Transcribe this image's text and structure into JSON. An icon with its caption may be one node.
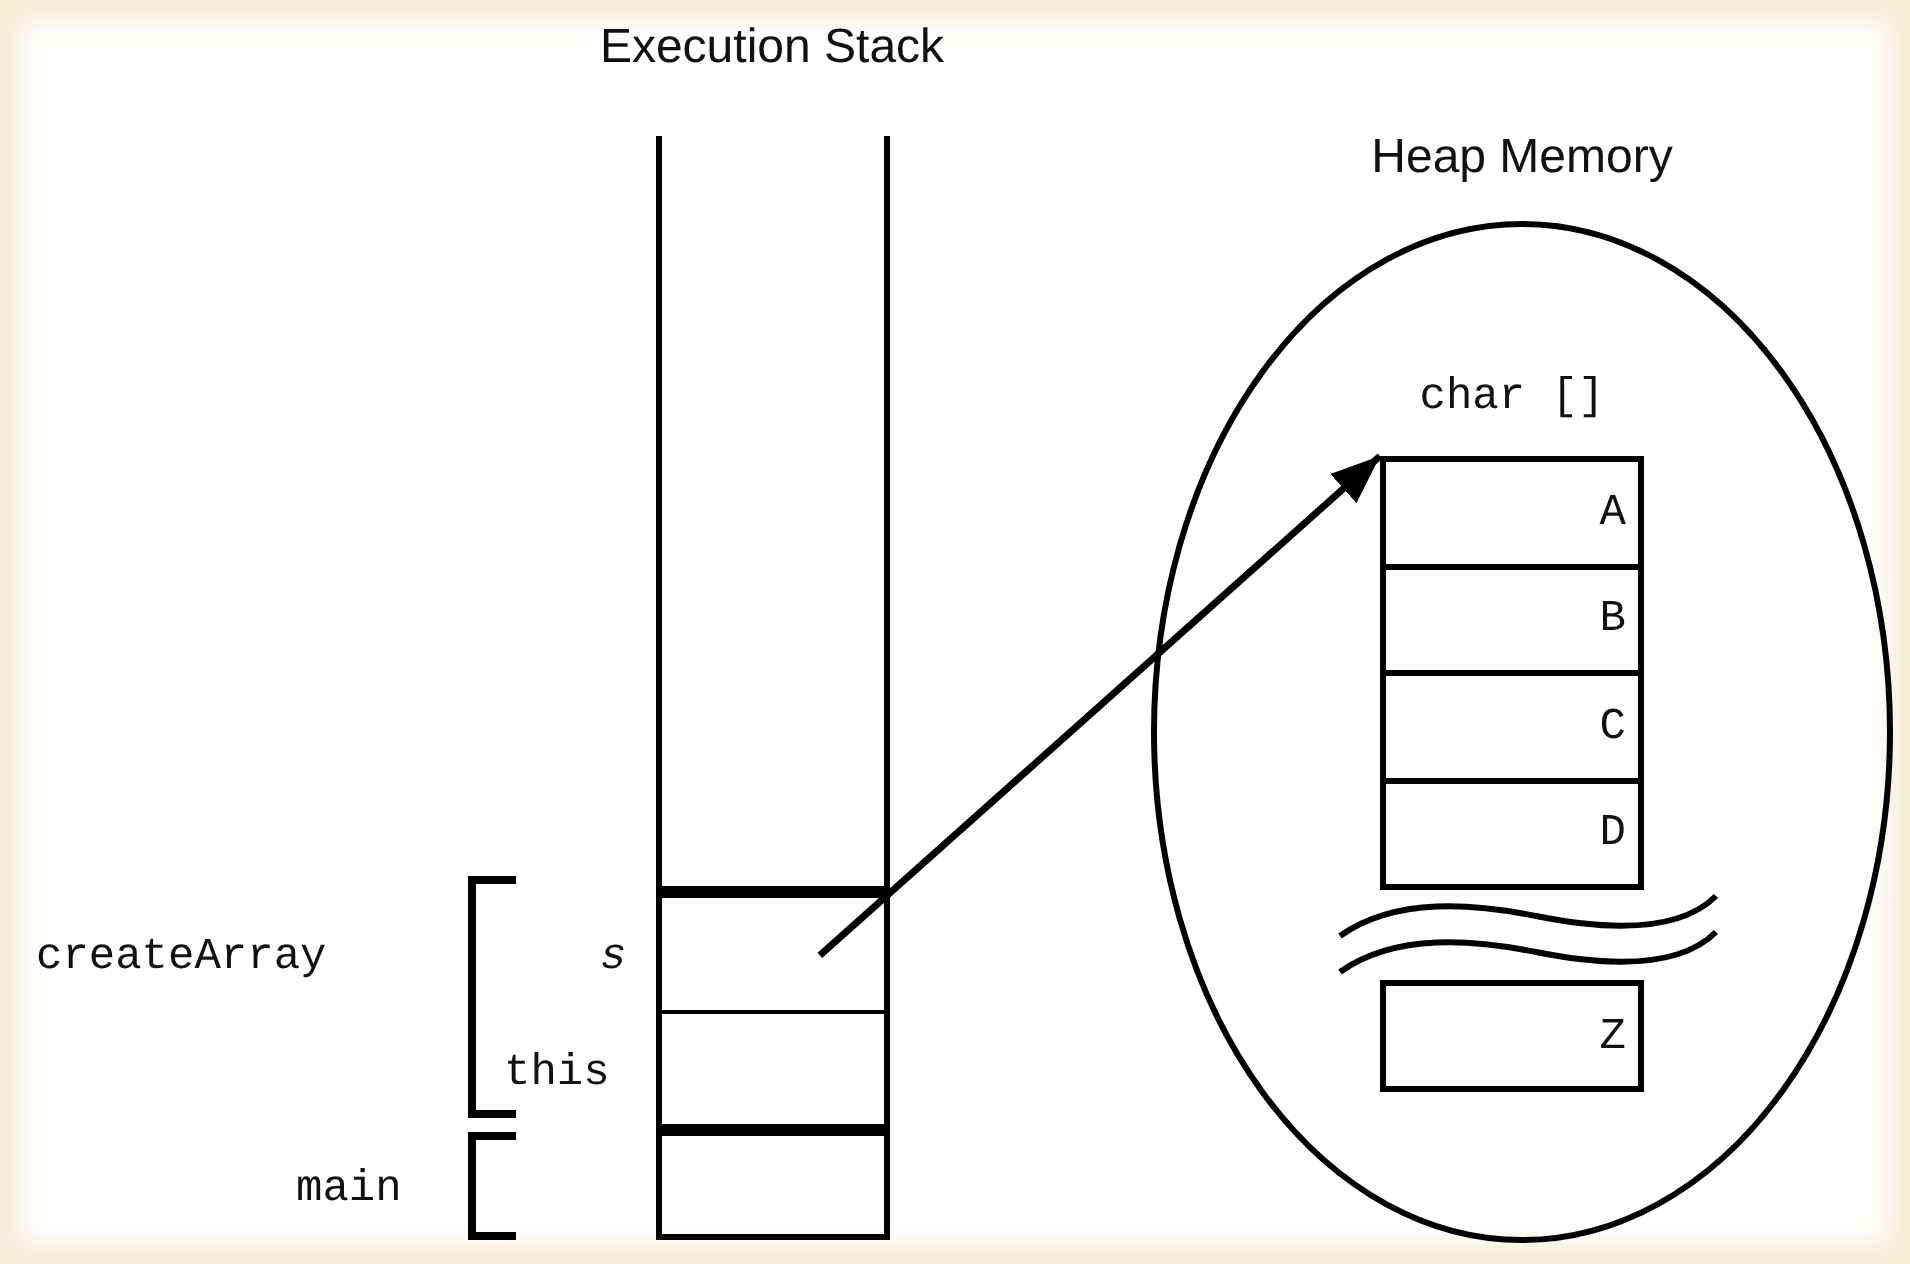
{
  "diagram": {
    "nodes": [
      {
        "text": [
          "Execution Stack"
        ]
      },
      {
        "text": [],
        "shape": "box",
        "in": 0,
        "beside": [
          "s"
        ]
      },
      {
        "text": [],
        "shape": "box",
        "in": 0,
        "beside": [
          "this"
        ]
      },
      {
        "text": [],
        "shape": "box",
        "in": 0
      },
      {
        "text": [
          "Heap Memory"
        ]
      },
      {
        "text": [
          "char []"
        ],
        "in": 4
      },
      {
        "text": [
          "A"
        ],
        "in": 5
      },
      {
        "text": [
          "B"
        ],
        "in": 5
      },
      {
        "text": [
          "C"
        ],
        "in": 5
      },
      {
        "text": [
          "D"
        ],
        "in": 5
      },
      {
        "text": [
          "Z"
        ],
        "in": 4
      }
    ],
    "edges": [
      {
        "from": 1,
        "to": 6,
        "arrow": "to"
      }
    ],
    "labels": [
      "createArray",
      "main"
    ]
  }
}
